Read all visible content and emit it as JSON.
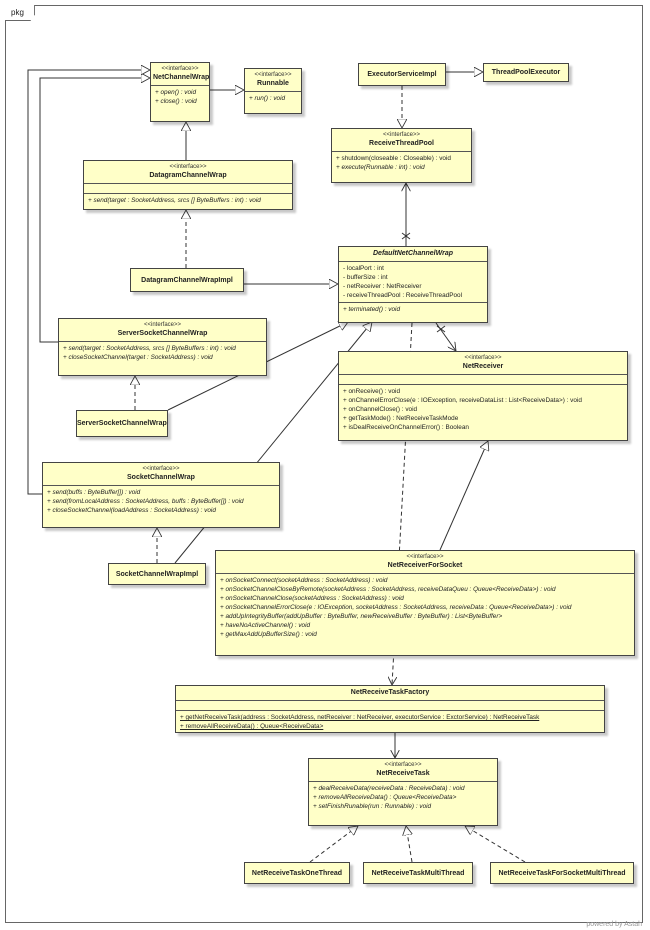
{
  "frame": {
    "label": "pkg"
  },
  "footer": {
    "powered_by": "powered by Astah"
  },
  "classes": {
    "net_channel_wrap": {
      "stereotype": "<<interface>>",
      "name": "NetChannelWrap",
      "methods": [
        "+ open() : void",
        "+ close() : void"
      ]
    },
    "runnable": {
      "stereotype": "<<interface>>",
      "name": "Runnable",
      "methods": [
        "+ run() : void"
      ]
    },
    "executor_service_impl": {
      "name": "ExecutorServiceImpl"
    },
    "thread_pool_executor": {
      "name": "ThreadPoolExecutor"
    },
    "receive_thread_pool": {
      "stereotype": "<<interface>>",
      "name": "ReceiveThreadPool",
      "methods": [
        "+ shutdown(closeable : Closeable) : void",
        "+ execute(Runnable : int) : void"
      ]
    },
    "datagram_channel_wrap": {
      "stereotype": "<<interface>>",
      "name": "DatagramChannelWrap",
      "methods": [
        "+ send(target : SocketAddress, srcs [] ByteBuffers : int) : void"
      ]
    },
    "datagram_channel_wrap_impl": {
      "name": "DatagramChannelWrapImpl"
    },
    "default_net_channel_wrap": {
      "name": "DefaultNetChannelWrap",
      "attributes": [
        "- localPort : int",
        "- bufferSize : int",
        "- netReceiver : NetReceiver",
        "- receiveThreadPool : ReceiveThreadPool"
      ],
      "methods": [
        "+ terminated() : void"
      ]
    },
    "server_socket_channel_wrap": {
      "stereotype": "<<interface>>",
      "name": "ServerSocketChannelWrap",
      "methods": [
        "+ send(target : SocketAddress, srcs [] ByteBuffers : int) : void",
        "+ closeSocketChannel(target : SocketAddress) : void"
      ]
    },
    "server_socket_channel_wrap_impl": {
      "name": "ServerSocketChannelWrapImpl"
    },
    "net_receiver": {
      "stereotype": "<<interface>>",
      "name": "NetReceiver",
      "methods": [
        "+ onReceive() : void",
        "+ onChannelErrorClose(e : IOException, receiveDataList : List<ReceiveData>) : void",
        "+ onChannelClose() : void",
        "+ getTaskMode() : NetReceiveTaskMode",
        "+ isDealReceiveOnChannelError() : Boolean"
      ]
    },
    "socket_channel_wrap": {
      "stereotype": "<<interface>>",
      "name": "SocketChannelWrap",
      "methods": [
        "+ send(buffs : ByteBuffer[]) : void",
        "+ send(fromLocalAddress : SocketAddress, buffs : ByteBuffer[]) : void",
        "+ closeSocketChannel(loadAddress : SocketAddress) : void"
      ]
    },
    "socket_channel_wrap_impl": {
      "name": "SocketChannelWrapImpl"
    },
    "net_receiver_for_socket": {
      "stereotype": "<<interface>>",
      "name": "NetReceiverForSocket",
      "methods": [
        "+ onSocketConnect(socketAddress : SocketAddress) : void",
        "+ onSocketChannelCloseByRemote(socketAddress : SocketAddress, receiveDataQueu : Queue<ReceiveData>) : void",
        "+ onSocketChannelClose(socketAddress : SocketAddress) : void",
        "+ onSocketChannelErrorClose(e : IOException, socketAddress : SocketAddress, receiveData : Queue<ReceiveData>) : void",
        "+ addUpIntegrityBuffer(addUpBuffer : ByteBuffer, newReceiveBuffer : ByteBuffer) : List<ByteBuffer>",
        "+ haveNoActiveChannel() : void",
        "+ getMaxAddUpBufferSize() : void"
      ]
    },
    "net_receive_task_factory": {
      "name": "NetReceiveTaskFactory",
      "methods": [
        "+ getNetReceiveTask(address : SocketAddress, netReceiver : NetReceiver, executorService : ExctorService) : NetReceiveTask",
        "+ removeAllReceiveData() : Queue<ReceiveData>"
      ]
    },
    "net_receive_task": {
      "stereotype": "<<interface>>",
      "name": "NetReceiveTask",
      "methods": [
        "+ dealReceiveData(receiveData : ReceiveData) : void",
        "+ removeAllReceiveData() : Queue<ReceiveData>",
        "+ setFinishRunable(run : Runnable) : void"
      ]
    },
    "net_receive_task_one_thread": {
      "name": "NetReceiveTaskOneThread"
    },
    "net_receive_task_multi_thread": {
      "name": "NetReceiveTaskMultiThread"
    },
    "net_receive_task_for_socket_multi_thread": {
      "name": "NetReceiveTaskForSocketMultiThread"
    }
  }
}
